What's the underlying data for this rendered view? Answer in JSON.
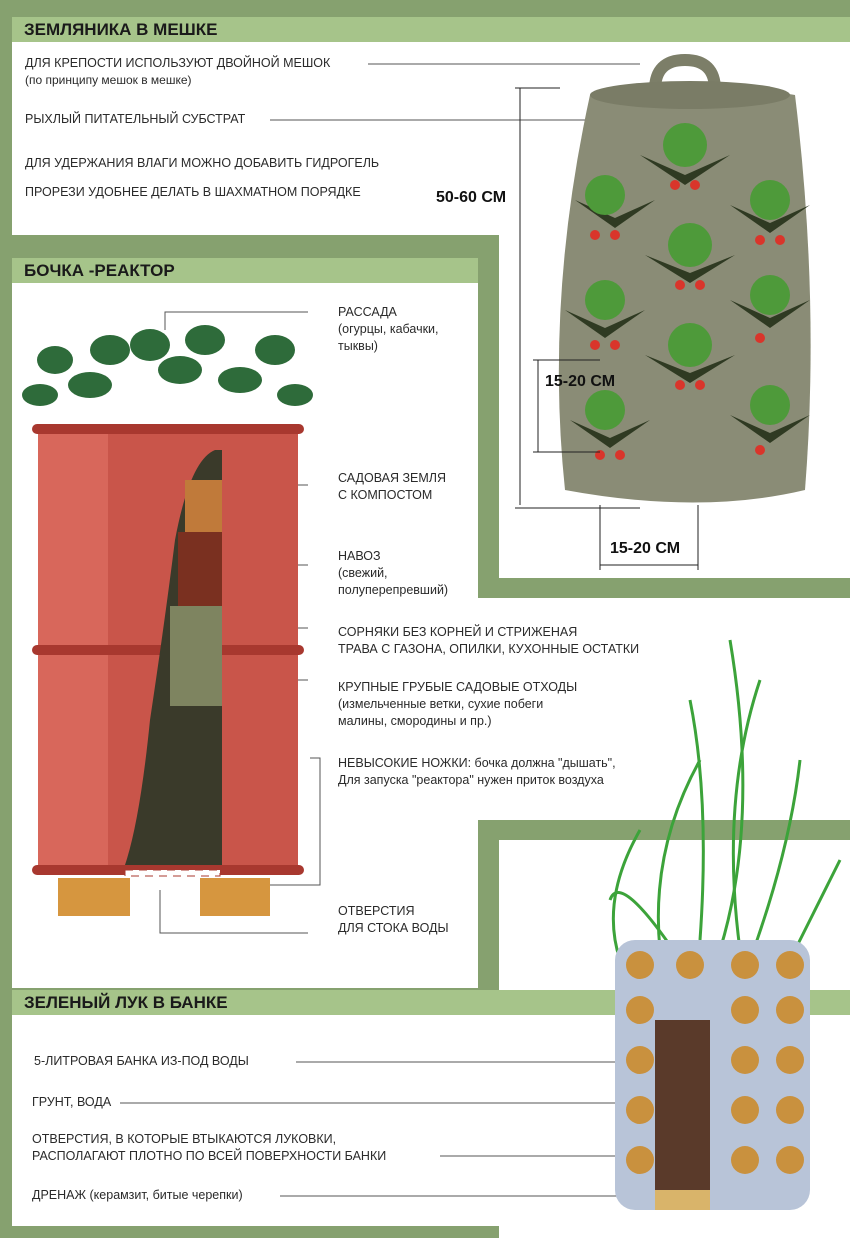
{
  "strawberry": {
    "title": "ЗЕМЛЯНИКА В МЕШКЕ",
    "notes": [
      {
        "l1": "ДЛЯ КРЕПОСТИ ИСПОЛЬЗУЮТ ДВОЙНОЙ МЕШОК",
        "l2": "(по принципу мешок в мешке)"
      },
      {
        "l1": "РЫХЛЫЙ ПИТАТЕЛЬНЫЙ СУБСТРАТ"
      },
      {
        "l1": "ДЛЯ УДЕРЖАНИЯ ВЛАГИ МОЖНО ДОБАВИТЬ ГИДРОГЕЛЬ"
      },
      {
        "l1": "ПРОРЕЗИ УДОБНЕЕ ДЕЛАТЬ В ШАХМАТНОМ ПОРЯДКЕ"
      }
    ],
    "dims": {
      "height": "50-60 СМ",
      "vertical_gap": "15-20 СМ",
      "horizontal_gap": "15-20 СМ"
    }
  },
  "barrel": {
    "title": "БОЧКА -РЕАКТОР",
    "notes": [
      {
        "l1": "РАССАДА",
        "l2": "(огурцы, кабачки,",
        "l3": "тыквы)"
      },
      {
        "l1": "САДОВАЯ ЗЕМЛЯ",
        "l2": "С КОМПОСТОМ"
      },
      {
        "l1": "НАВОЗ",
        "l2": "(свежий,",
        "l3": "полуперепревший)"
      },
      {
        "l1": "СОРНЯКИ БЕЗ КОРНЕЙ И СТРИЖЕНАЯ",
        "l2": "ТРАВА С ГАЗОНА, ОПИЛКИ, КУХОННЫЕ ОСТАТКИ"
      },
      {
        "l1": "КРУПНЫЕ ГРУБЫЕ САДОВЫЕ ОТХОДЫ",
        "l2": "(измельченные ветки, сухие побеги",
        "l3": "малины, смородины и пр.)"
      },
      {
        "l1": "НЕВЫСОКИЕ НОЖКИ: бочка должна \"дышать\",",
        "l2": "Для запуска \"реактора\" нужен приток воздуха"
      },
      {
        "l1": "ОТВЕРСТИЯ",
        "l2": "ДЛЯ СТОКА ВОДЫ"
      }
    ]
  },
  "onion": {
    "title": "ЗЕЛЕНЫЙ ЛУК В БАНКЕ",
    "notes": [
      {
        "l1": "5-ЛИТРОВАЯ БАНКА ИЗ-ПОД ВОДЫ"
      },
      {
        "l1": "ГРУНТ, ВОДА"
      },
      {
        "l1": "ОТВЕРСТИЯ, В КОТОРЫЕ ВТЫКАЮТСЯ ЛУКОВКИ,",
        "l2": "РАСПОЛАГАЮТ ПЛОТНО ПО ВСЕЙ ПОВЕРХНОСТИ БАНКИ"
      },
      {
        "l1": "ДРЕНАЖ (керамзит, битые черепки)"
      }
    ]
  },
  "colors": {
    "bg": "#86a16f",
    "header": "#a6c48a",
    "bag": "#8a8c76",
    "barrel": "#c9554a"
  }
}
